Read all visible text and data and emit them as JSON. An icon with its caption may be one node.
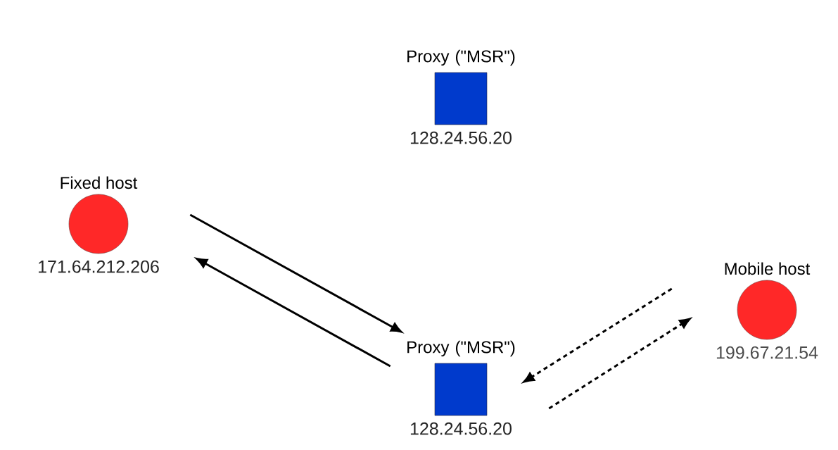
{
  "diagram": {
    "nodes": [
      {
        "text": [
          "Proxy (\"MSR\")",
          "128.24.56.20"
        ]
      },
      {
        "text": [
          "Fixed host",
          "171.64.212.206"
        ]
      },
      {
        "text": [
          "Proxy (\"MSR\")",
          "128.24.56.20"
        ]
      },
      {
        "text": [
          "Mobile host",
          "199.67.21.54"
        ]
      }
    ],
    "edges": [
      {
        "from": 1,
        "to": 2,
        "arrow": "to"
      },
      {
        "from": 2,
        "to": 1,
        "arrow": "to"
      },
      {
        "from": 3,
        "to": 2,
        "arrow": "to",
        "style": "dashed"
      },
      {
        "from": 2,
        "to": 3,
        "arrow": "to",
        "style": "dashed"
      }
    ]
  }
}
